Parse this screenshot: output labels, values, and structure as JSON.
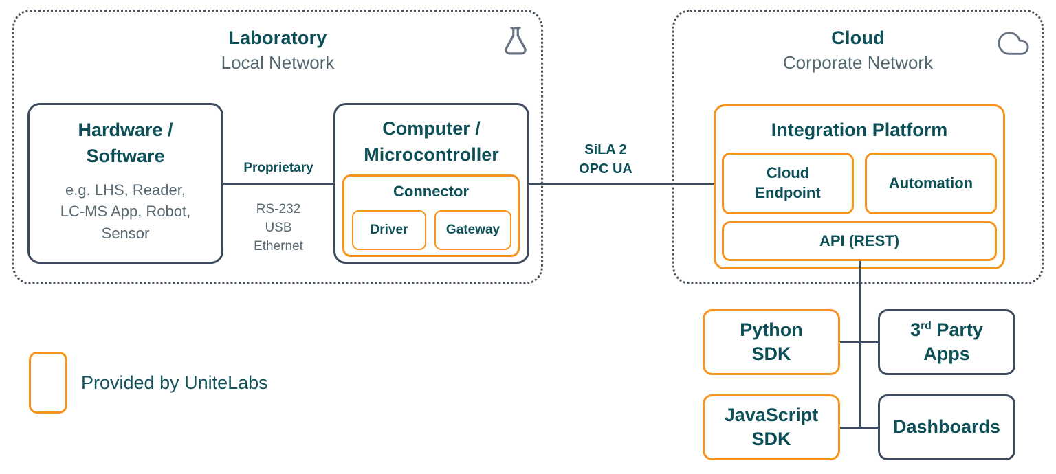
{
  "colors": {
    "teal": "#0d4f57",
    "orange": "#f7941e",
    "slate": "#3e4a5e",
    "muted_text": "#5a6a72",
    "dotted_border": "#4a545f",
    "icon_gray": "#6a7482"
  },
  "laboratory": {
    "title": "Laboratory",
    "subtitle": "Local Network",
    "icon": "flask-icon",
    "hardware_box": {
      "title_lines": [
        "Hardware /",
        "Software"
      ],
      "desc_lines": [
        "e.g. LHS, Reader,",
        "LC-MS App, Robot,",
        "Sensor"
      ]
    },
    "proprietary_link": {
      "label": "Proprietary",
      "protocols": [
        "RS-232",
        "USB",
        "Ethernet"
      ]
    },
    "computer_box": {
      "title_lines": [
        "Computer /",
        "Microcontroller"
      ],
      "connector": {
        "title": "Connector",
        "driver": "Driver",
        "gateway": "Gateway"
      }
    }
  },
  "wan_link": {
    "labels": [
      "SiLA 2",
      "OPC UA"
    ]
  },
  "cloud": {
    "title": "Cloud",
    "subtitle": "Corporate Network",
    "icon": "cloud-icon",
    "integration_platform": {
      "title": "Integration Platform",
      "cloud_endpoint_lines": [
        "Cloud",
        "Endpoint"
      ],
      "automation": "Automation",
      "api": "API (REST)"
    }
  },
  "consumers": {
    "python_sdk_lines": [
      "Python",
      "SDK"
    ],
    "third_party": {
      "pre": "3",
      "sup": "rd",
      "rest": " Party",
      "line2": "Apps"
    },
    "javascript_sdk_lines": [
      "JavaScript",
      "SDK"
    ],
    "dashboards": "Dashboards"
  },
  "legend": {
    "label": "Provided by UniteLabs"
  }
}
